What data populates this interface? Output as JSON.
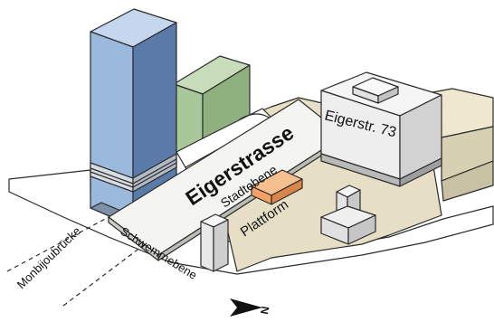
{
  "labels": {
    "eigerstrasse": "Eigerstrasse",
    "stadtebene": "Stadtebene",
    "plattform": "Plattform",
    "eigerstr73": "Eigerstr. 73",
    "monbijoubruecke": "Monbijoubrücke",
    "schwemmebene": "Schwemmebene",
    "north": "N"
  },
  "colors": {
    "tower_blue_front": "#9bb8dd",
    "tower_blue_side": "#5a7ba8",
    "green_block": "#a9c89a",
    "platform_orange": "#f2a064",
    "ground_beige": "#e6dfc6",
    "building_grey": "#eeeeee",
    "outline": "#2a2a2a"
  },
  "icons": {
    "north_arrow": "arrow-icon"
  }
}
